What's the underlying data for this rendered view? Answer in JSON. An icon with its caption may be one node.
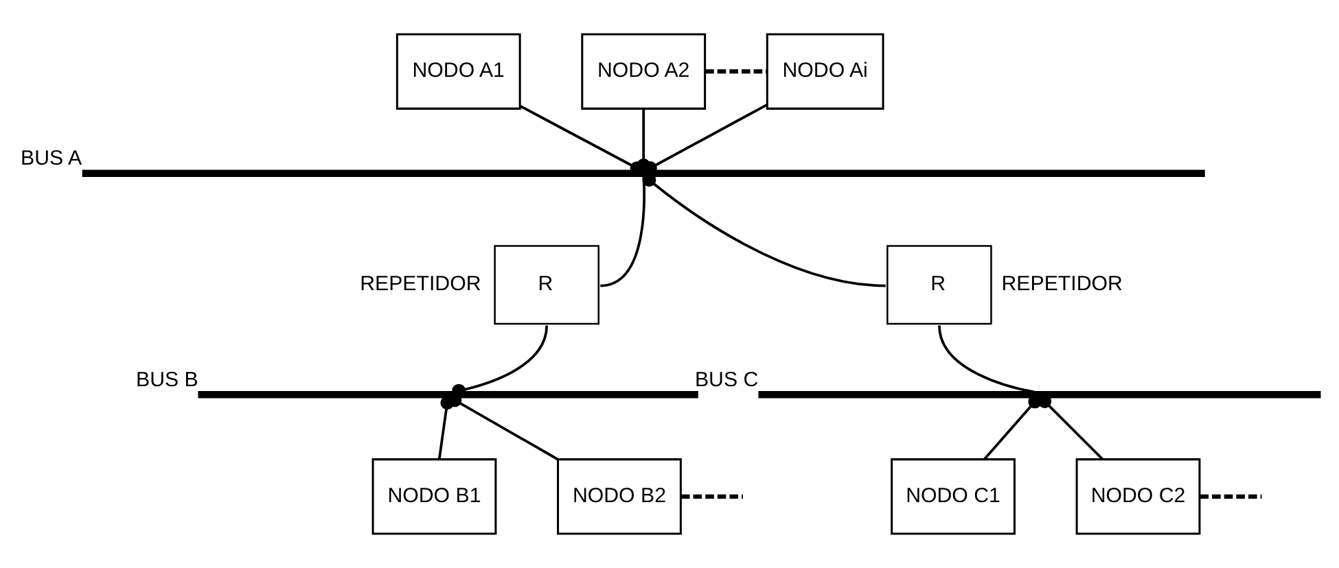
{
  "diagram": {
    "nodes": [
      {
        "text": [
          "NODO A1"
        ]
      },
      {
        "text": [
          "NODO A2"
        ]
      },
      {
        "text": [
          "NODO Ai"
        ]
      },
      {
        "text": [],
        "shape": "bar",
        "beside": [
          "BUS A"
        ]
      },
      {
        "text": [
          "R"
        ],
        "beside": [
          "REPETIDOR"
        ]
      },
      {
        "text": [
          "R"
        ],
        "beside": [
          "REPETIDOR"
        ]
      },
      {
        "text": [],
        "shape": "bar",
        "beside": [
          "BUS B"
        ]
      },
      {
        "text": [],
        "shape": "bar",
        "beside": [
          "BUS C"
        ]
      },
      {
        "text": [
          "NODO B1"
        ]
      },
      {
        "text": [
          "NODO B2"
        ]
      },
      {
        "text": [
          "NODO C1"
        ]
      },
      {
        "text": [
          "NODO C2"
        ]
      }
    ],
    "edges": [
      {
        "from": 0,
        "to": 3,
        "arrow": "other"
      },
      {
        "from": 1,
        "to": 3,
        "arrow": "other"
      },
      {
        "from": 1,
        "to": 2,
        "arrow": "none",
        "style": "dashed"
      },
      {
        "from": 2,
        "to": 3,
        "arrow": "other"
      },
      {
        "from": 4,
        "to": 3,
        "arrow": "none"
      },
      {
        "from": 5,
        "to": 3,
        "arrow": "other"
      },
      {
        "from": 4,
        "to": 6,
        "arrow": "other"
      },
      {
        "from": 5,
        "to": 7,
        "arrow": "none"
      },
      {
        "from": 8,
        "to": 6,
        "arrow": "other"
      },
      {
        "from": 9,
        "to": 6,
        "arrow": "other"
      },
      {
        "from": 9,
        "to": null,
        "arrow": "none",
        "style": "dashed"
      },
      {
        "from": 10,
        "to": 7,
        "arrow": "other"
      },
      {
        "from": 11,
        "to": 7,
        "arrow": "other"
      },
      {
        "from": 11,
        "to": null,
        "arrow": "none",
        "style": "dashed"
      }
    ]
  }
}
